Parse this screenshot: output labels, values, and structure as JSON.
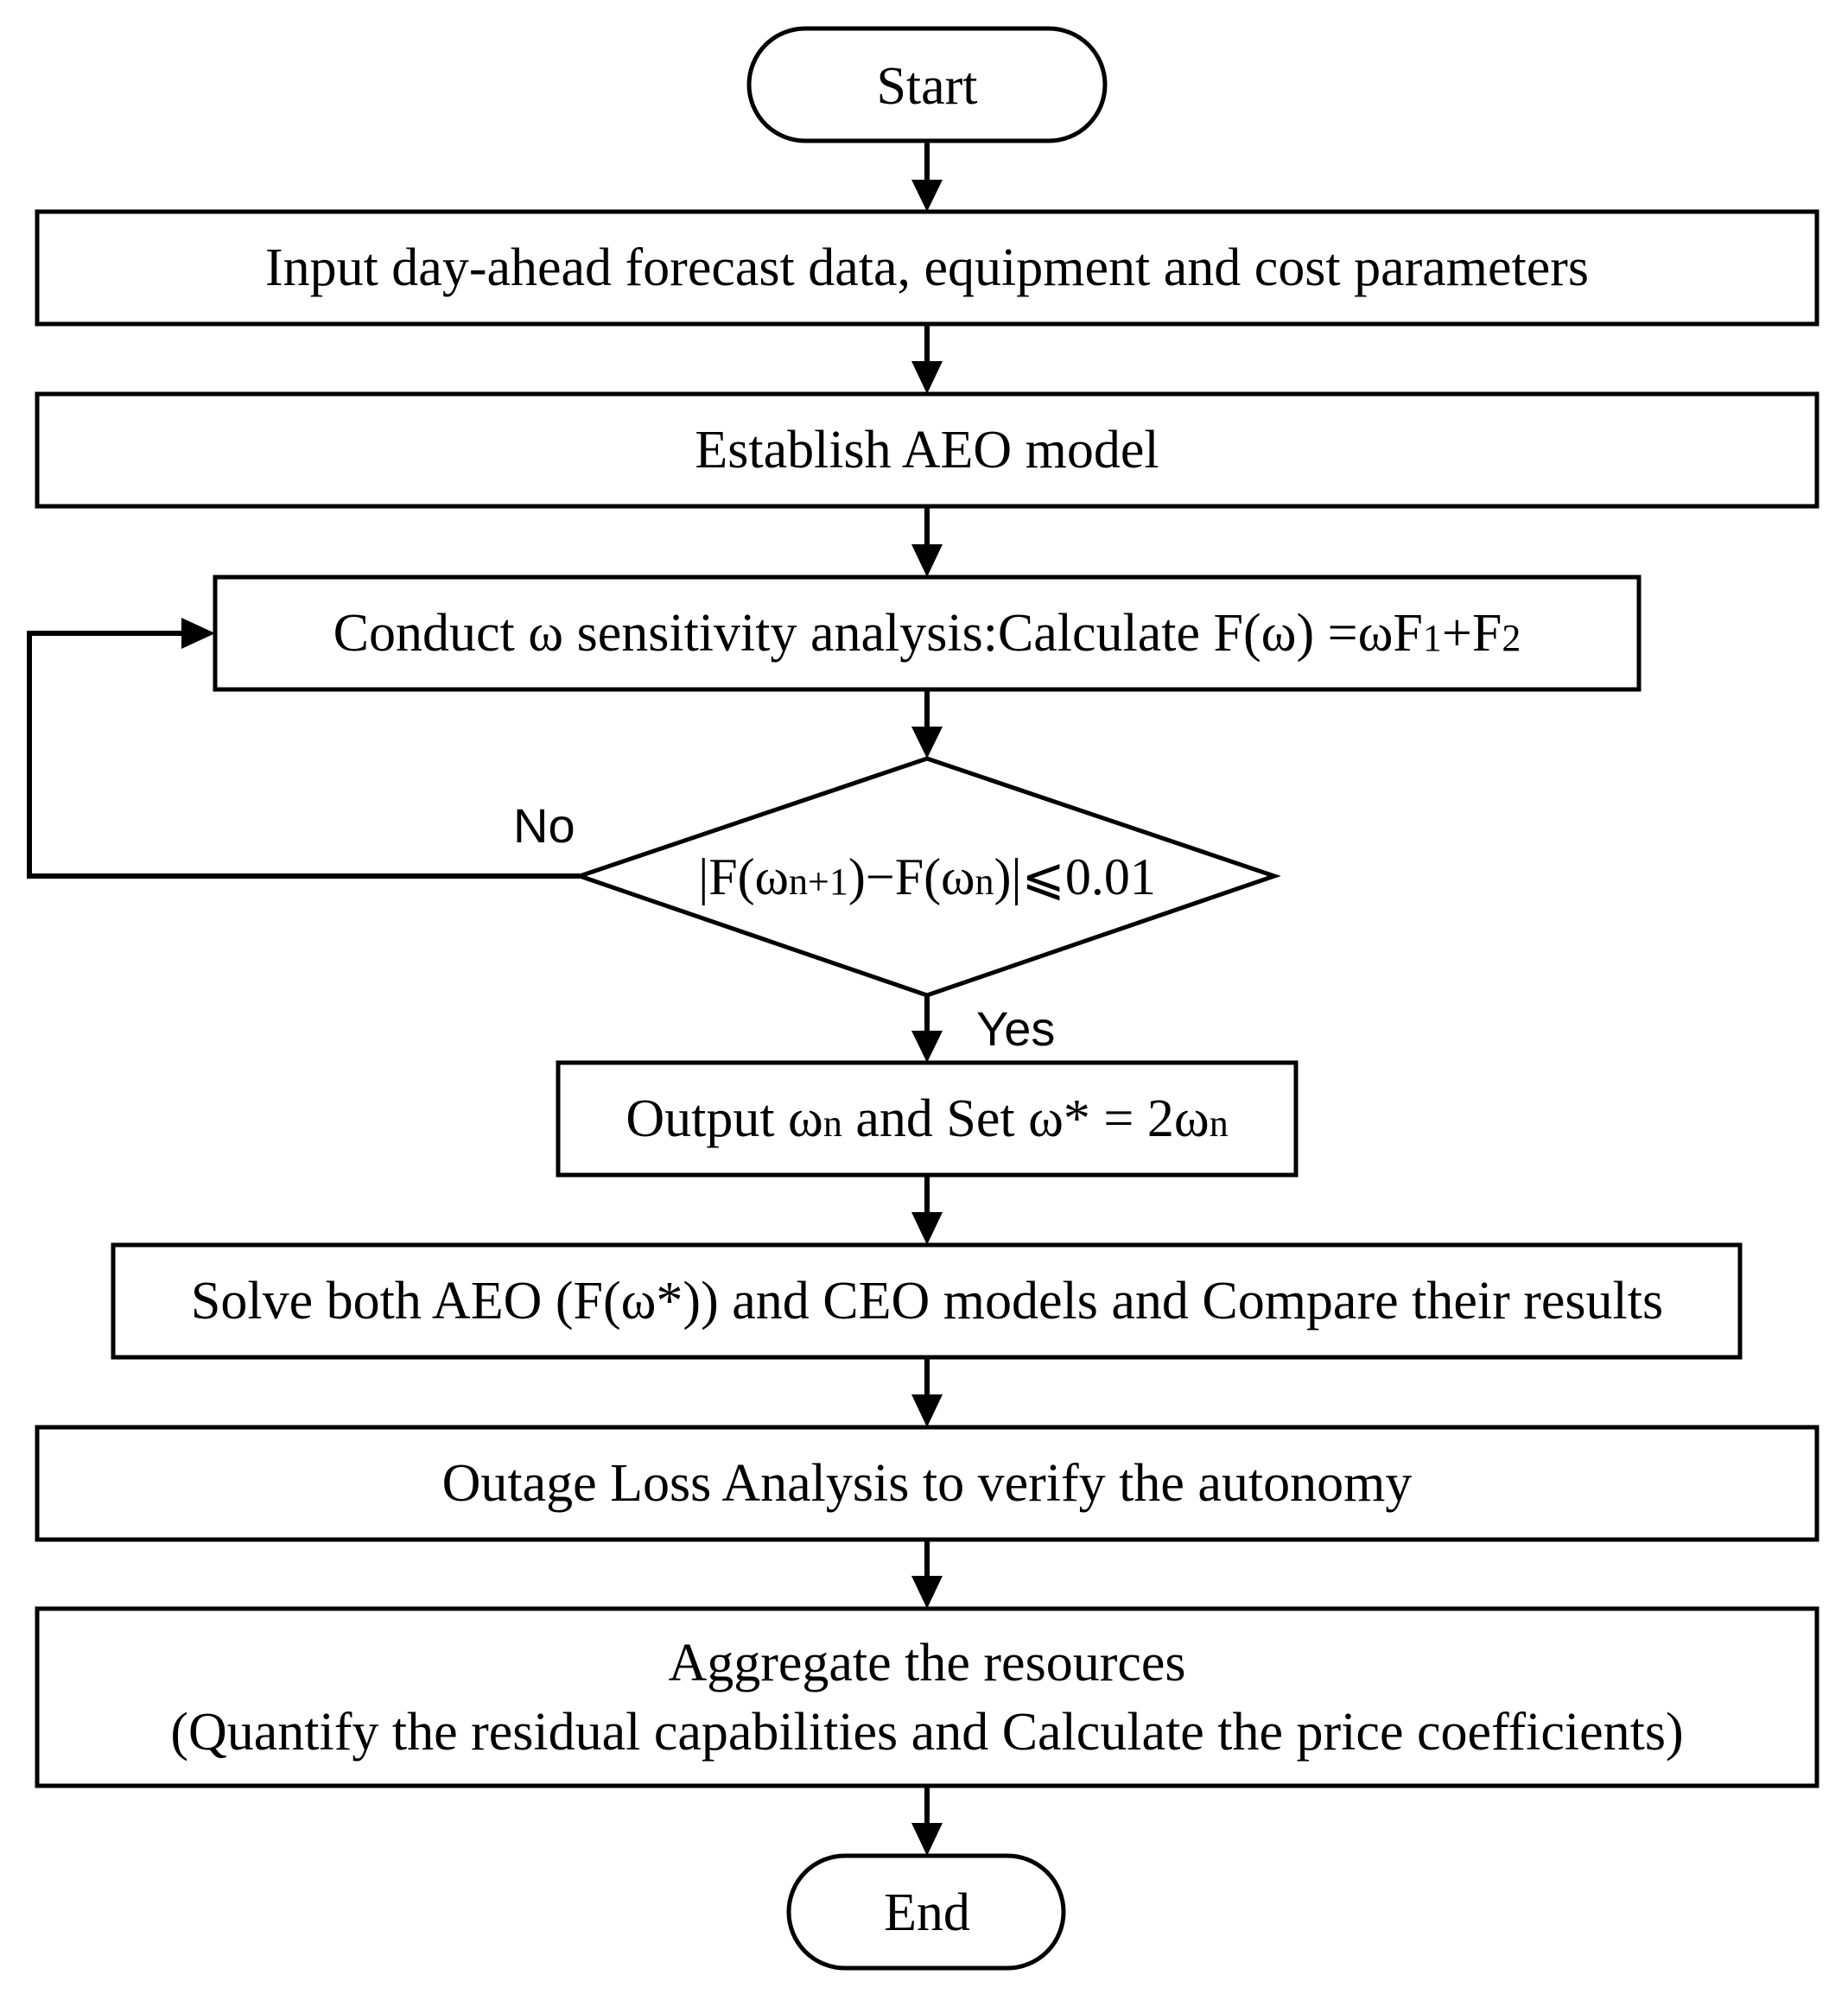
{
  "flowchart": {
    "start": "Start",
    "step_input": "Input day-ahead forecast data, equipment  and cost parameters",
    "step_establish": "Establish AEO model",
    "step_sensitivity": {
      "prefix": "Conduct ω sensitivity analysis:Calculate F(ω) =ωF",
      "sub1": "1",
      "plus": "+F",
      "sub2": "2"
    },
    "decision": {
      "part1": "|F(ω",
      "sub1": "n+1",
      "part2": ")−F(ω",
      "sub2": "n",
      "part3": ")|⩽0.01"
    },
    "label_no": "No",
    "label_yes": "Yes",
    "step_output": {
      "prefix": "Output ω",
      "sub1": "n",
      "middle": " and Set ω* = 2ω",
      "sub2": "n"
    },
    "step_solve": "Solve both AEO (F(ω*)) and CEO models and Compare their results",
    "step_outage": "Outage Loss Analysis to verify the autonomy",
    "step_aggregate_line1": "Aggregate the resources",
    "step_aggregate_line2": "(Quantify the residual capabilities and Calculate the price coefficients)",
    "end": "End"
  }
}
